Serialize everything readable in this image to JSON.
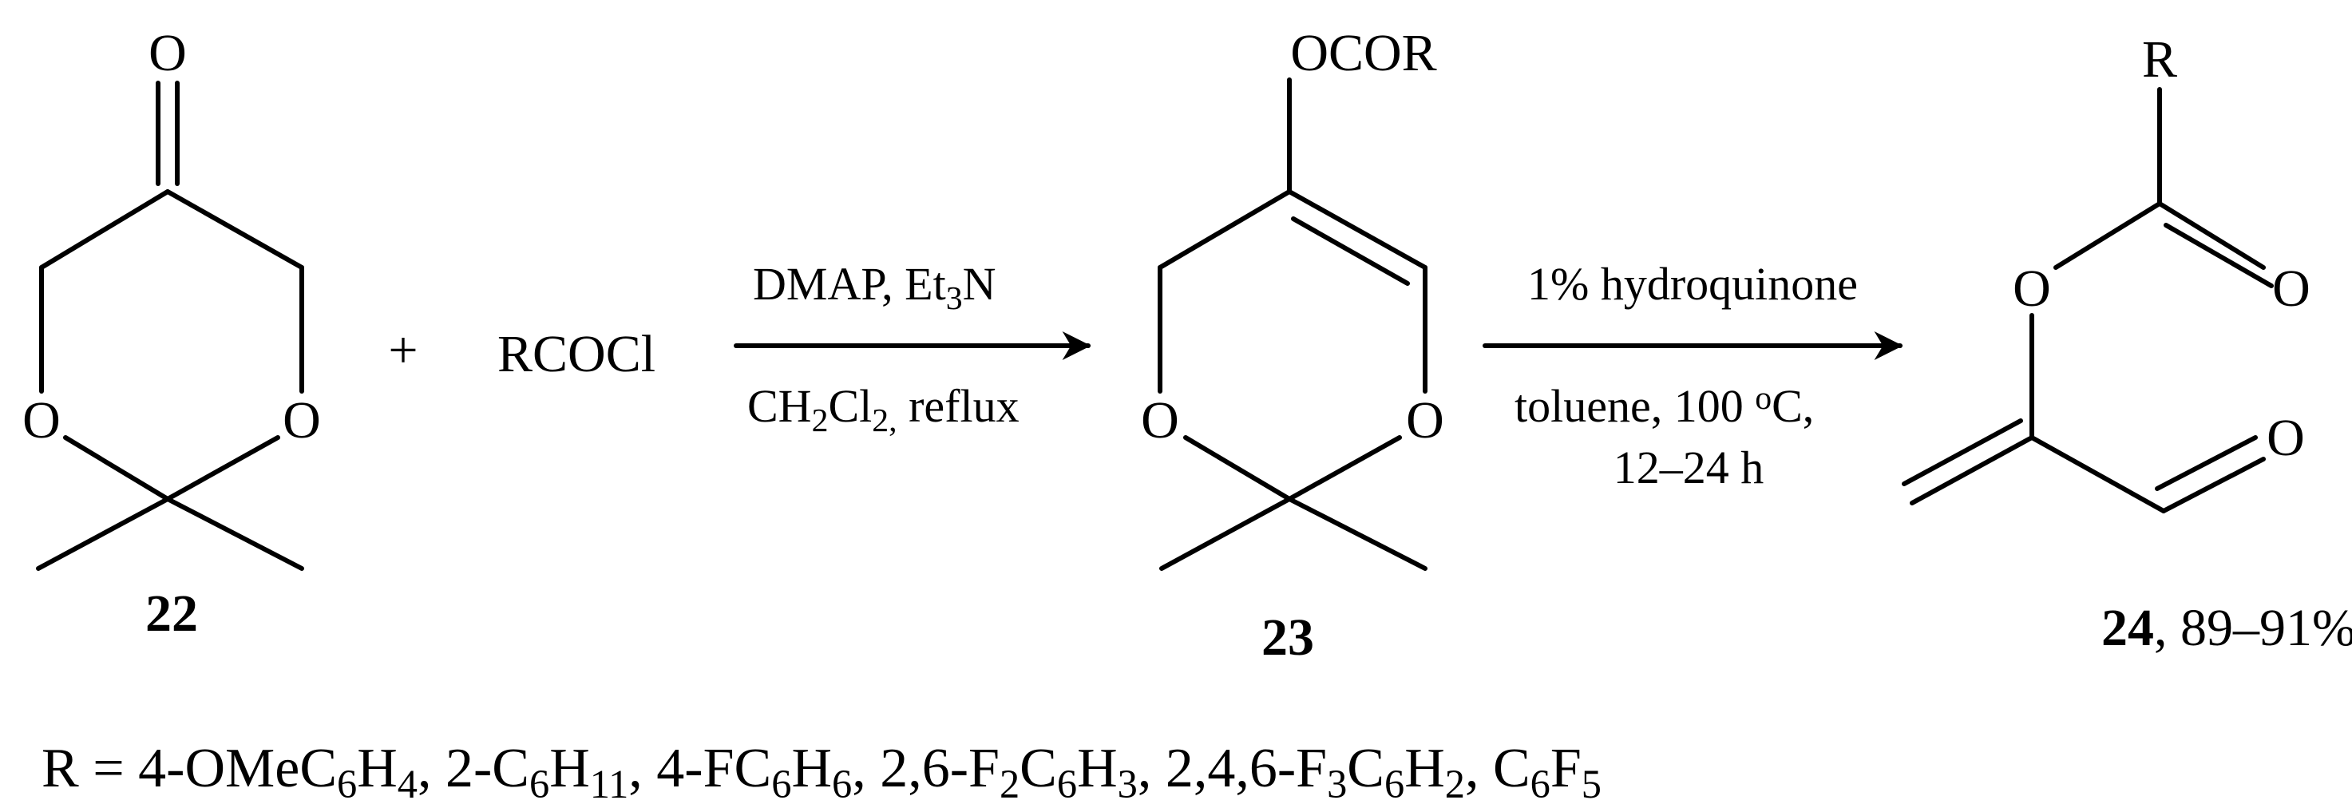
{
  "compounds": {
    "c22": {
      "label": "22",
      "atoms": {
        "carbonyl_o": "O",
        "ring_o_left": "O",
        "ring_o_right": "O"
      }
    },
    "c23": {
      "label": "23",
      "atoms": {
        "ester_group": "OCOR",
        "ring_o_left": "O",
        "ring_o_right": "O"
      }
    },
    "c24": {
      "label": "24",
      "yield": ", 89–91%",
      "atoms": {
        "r_group": "R",
        "ester_o": "O",
        "carbonyl_o": "O",
        "aldehyde_o": "O"
      }
    }
  },
  "plus_sign": "+",
  "reagent": "RCOCl",
  "step1": {
    "above": [
      {
        "t": "DMAP, Et"
      },
      {
        "t": "3",
        "sub": true
      },
      {
        "t": "N"
      }
    ],
    "below": [
      {
        "t": "CH"
      },
      {
        "t": "2",
        "sub": true
      },
      {
        "t": "Cl"
      },
      {
        "t": "2,",
        "sub": true
      },
      {
        "t": " reflux"
      }
    ]
  },
  "step2": {
    "above": "1% hydroquinone",
    "below1": [
      {
        "t": "toluene, 100 "
      },
      {
        "t": "o",
        "sup": true
      },
      {
        "t": "C,"
      }
    ],
    "below2": "12–24 h"
  },
  "r_definition": [
    {
      "t": "R = 4-OMeC"
    },
    {
      "t": "6",
      "sub": true
    },
    {
      "t": "H"
    },
    {
      "t": "4",
      "sub": true
    },
    {
      "t": ", 2-C"
    },
    {
      "t": "6",
      "sub": true
    },
    {
      "t": "H"
    },
    {
      "t": "11",
      "sub": true
    },
    {
      "t": ", 4-FC"
    },
    {
      "t": "6",
      "sub": true
    },
    {
      "t": "H"
    },
    {
      "t": "6",
      "sub": true
    },
    {
      "t": ", 2,6-F"
    },
    {
      "t": "2",
      "sub": true
    },
    {
      "t": "C"
    },
    {
      "t": "6",
      "sub": true
    },
    {
      "t": "H"
    },
    {
      "t": "3",
      "sub": true
    },
    {
      "t": ", 2,4,6-F"
    },
    {
      "t": "3",
      "sub": true
    },
    {
      "t": "C"
    },
    {
      "t": "6",
      "sub": true
    },
    {
      "t": "H"
    },
    {
      "t": "2",
      "sub": true
    },
    {
      "t": ", C"
    },
    {
      "t": "6",
      "sub": true
    },
    {
      "t": "F"
    },
    {
      "t": "5",
      "sub": true
    }
  ]
}
